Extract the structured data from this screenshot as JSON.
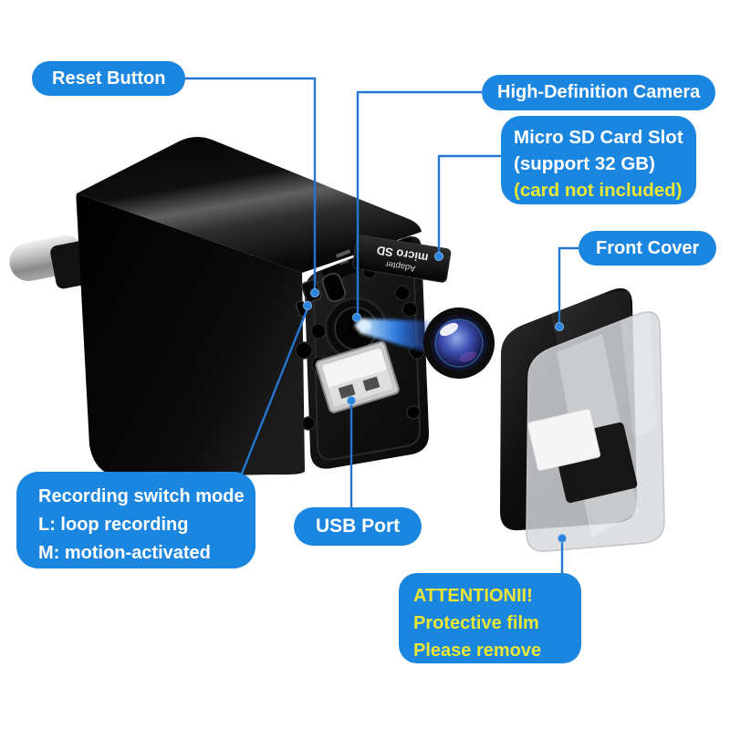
{
  "colors": {
    "label_blue": "#1b86e0",
    "highlight_yellow": "#e9e636",
    "line_blue": "#2576cf",
    "beam_blue": "#2f8df5",
    "body_black": "#0a0a0a"
  },
  "labels": {
    "reset_button": "Reset Button",
    "hd_camera": "High-Definition Camera",
    "micro_sd": {
      "line1": "Micro SD Card Slot",
      "line2": "(support 32 GB)",
      "line3": "(card not included)"
    },
    "front_cover": "Front Cover",
    "recording": {
      "line1": "Recording switch mode",
      "line2": "L: loop recording",
      "line3": "M: motion-activated"
    },
    "usb_port": "USB Port",
    "attention": {
      "line1": "ATTENTIONII!",
      "line2": "Protective film",
      "line3": "Please remove"
    }
  },
  "device": {
    "sd_card_line1": "micro SD",
    "sd_card_line2": "Adapter"
  }
}
